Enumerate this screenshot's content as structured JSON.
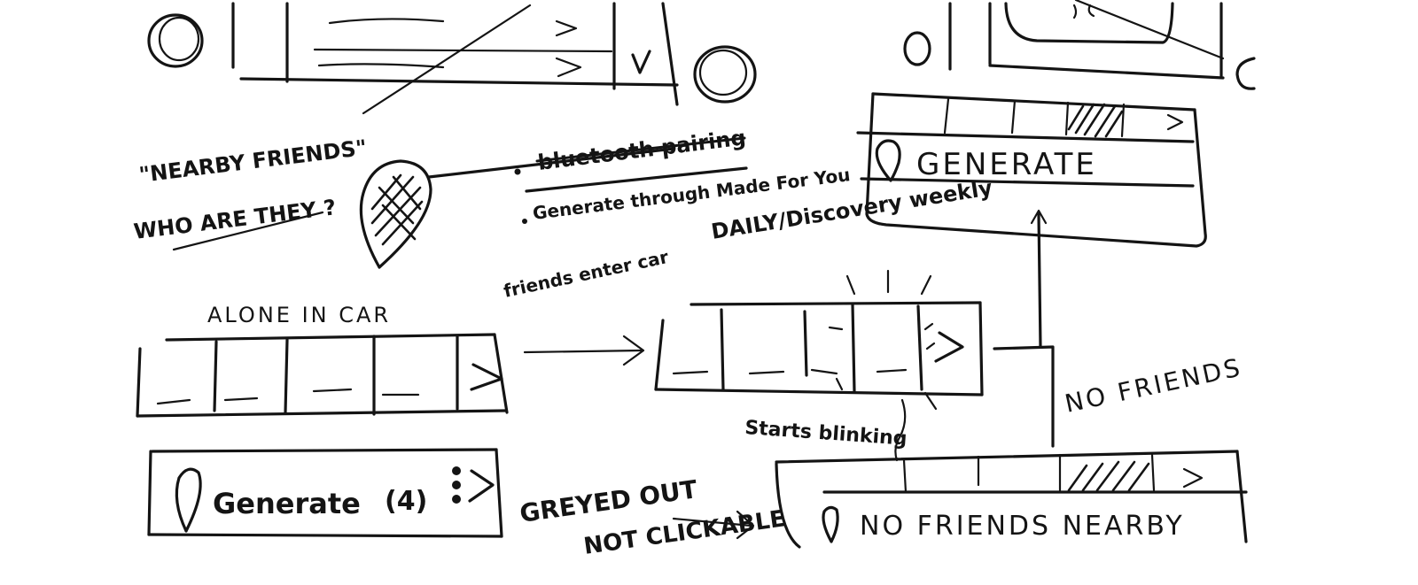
{
  "notes": {
    "nearby_friends": "\"NEARBY FRIENDS\"",
    "who_are_they": "WHO ARE THEY ?",
    "bullet_pairing": "bluetooth pairing",
    "bullet_generate": "Generate through Made For You",
    "daily_discovery": "DAILY/Discovery weekly",
    "alone_in_car": "ALONE IN CAR",
    "friends_enter_car": "friends enter car",
    "starts_blinking": "Starts blinking",
    "no_friends": "NO FRIENDS",
    "greyed_out": "GREYED OUT",
    "not_clickable": "NOT CLICKABLE"
  },
  "cards": {
    "generate_count": {
      "label": "Generate",
      "count": "(4)"
    },
    "generate_top": {
      "label": "GENERATE"
    },
    "no_friends_nearby": {
      "label": "NO FRIENDS NEARBY"
    }
  },
  "icons": [
    "location-pin-icon",
    "chevron-right-icon",
    "chevron-down-icon",
    "knob-icon",
    "kebab-menu-icon"
  ]
}
